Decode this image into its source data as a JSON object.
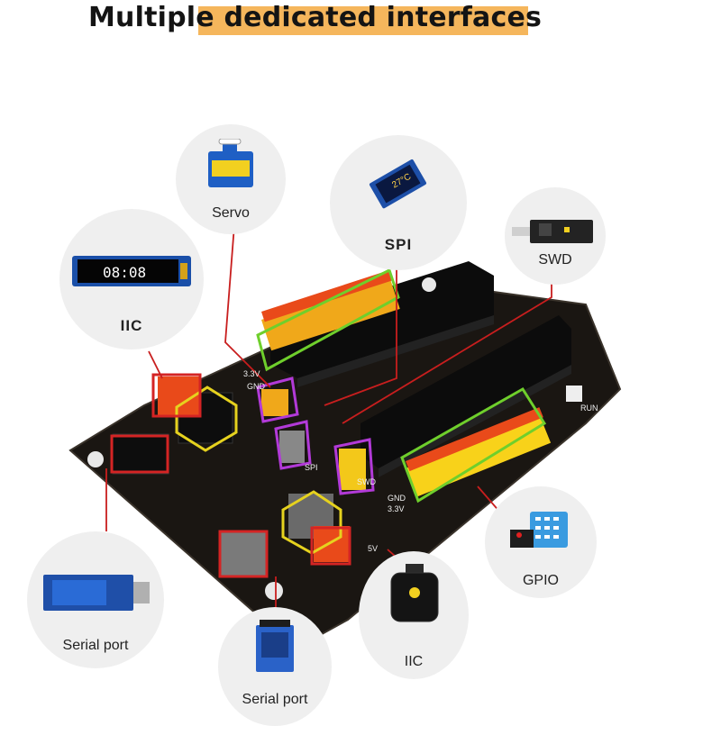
{
  "title": "Multiple dedicated interfaces",
  "colors": {
    "highlight": "#f5b65c",
    "bubble": "#efefef",
    "board": "#1a1612",
    "callout_line": "#c81e1e",
    "frame_yellow": "#e6d21e",
    "frame_green": "#6fcf2c",
    "frame_purple": "#b23ad8",
    "frame_red": "#d42424"
  },
  "modules": {
    "servo": {
      "label": "Servo",
      "icon": "servo-motor-icon"
    },
    "spi": {
      "label": "SPI",
      "icon": "spi-lcd-display-icon",
      "screen_text": "27°C"
    },
    "swd": {
      "label": "SWD",
      "icon": "swd-debugger-icon"
    },
    "iic_top": {
      "label": "IIC",
      "icon": "oled-display-icon",
      "screen_text": "08:08"
    },
    "gpio": {
      "label": "GPIO",
      "icon": "temperature-humidity-sensor-icon"
    },
    "serial_left": {
      "label": "Serial port",
      "icon": "bluetooth-module-icon"
    },
    "serial_bottom": {
      "label": "Serial port",
      "icon": "bluetooth-hc05-module-icon"
    },
    "iic_bottom": {
      "label": "IIC",
      "icon": "iic-sensor-module-icon"
    }
  },
  "board": {
    "silk_labels": [
      "3.3V",
      "GND",
      "SPI",
      "GND",
      "3.3V",
      "5V",
      "RUN",
      "SWD"
    ]
  }
}
